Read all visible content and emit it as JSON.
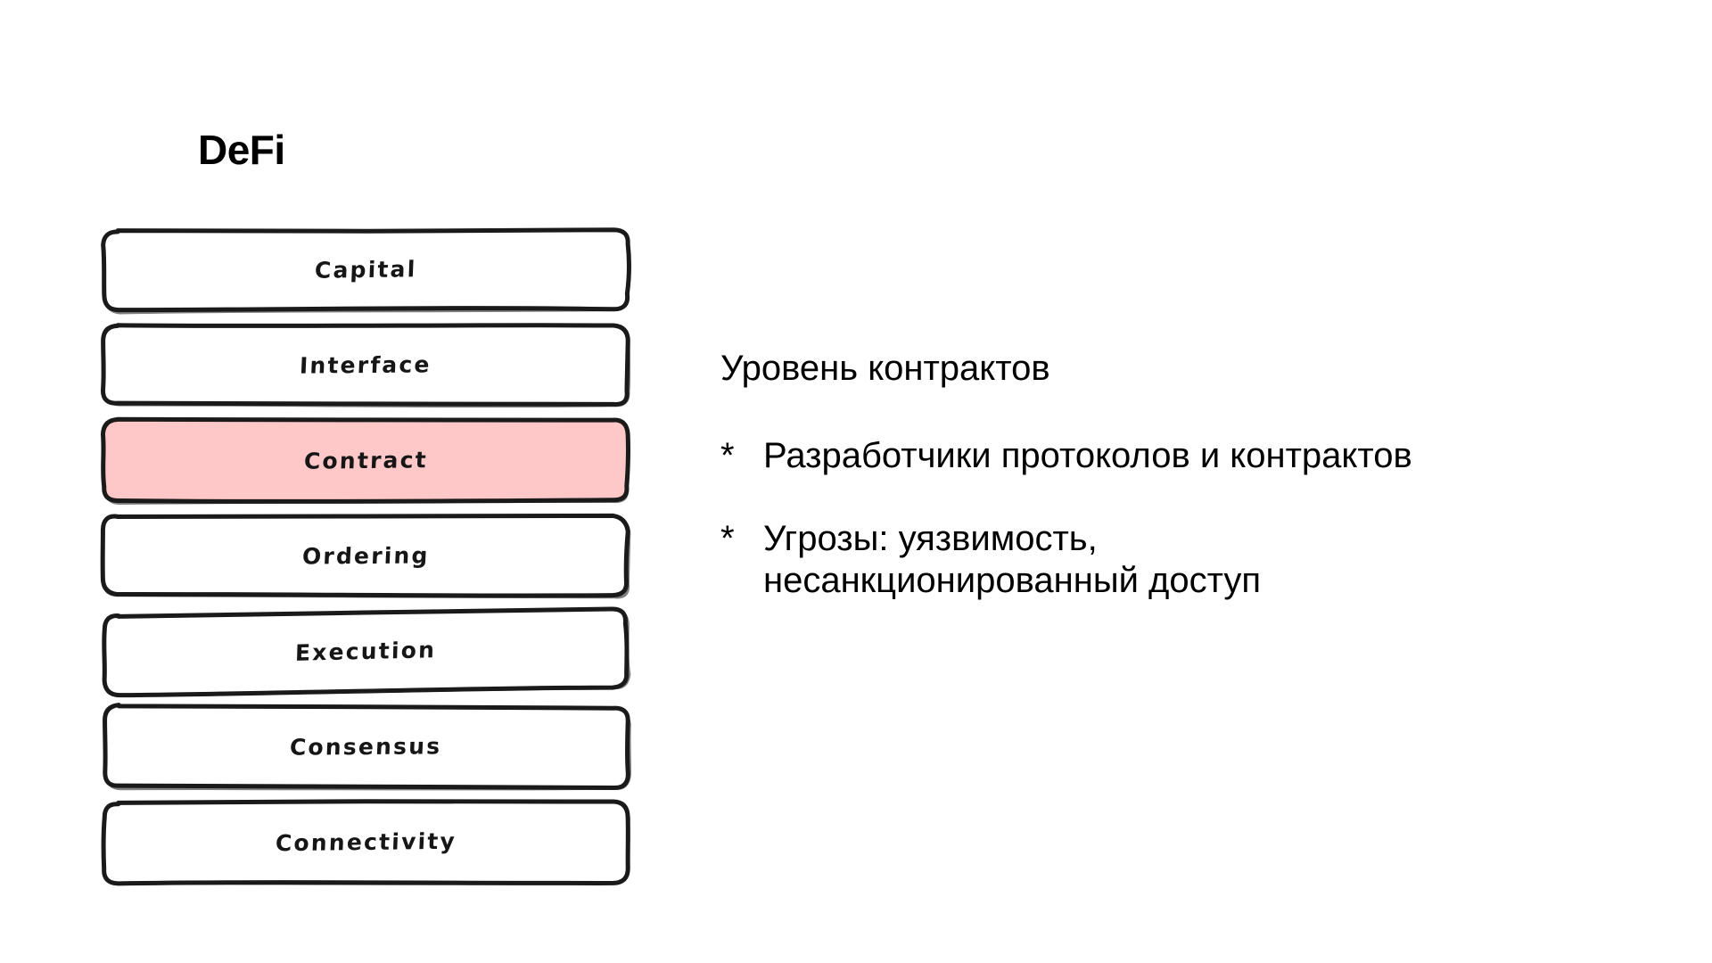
{
  "slide": {
    "background_color": "#ffffff",
    "title": "DeFi"
  },
  "stack": {
    "name": "defi-layer-stack",
    "highlight_color": "#ffc8c8",
    "default_fill": "#ffffff",
    "stroke_color": "#1a1a1a",
    "layers": [
      {
        "label": "Capital",
        "highlighted": false
      },
      {
        "label": "Interface",
        "highlighted": false
      },
      {
        "label": "Contract",
        "highlighted": true
      },
      {
        "label": "Ordering",
        "highlighted": false
      },
      {
        "label": "Execution",
        "highlighted": false
      },
      {
        "label": "Consensus",
        "highlighted": false
      },
      {
        "label": "Connectivity",
        "highlighted": false
      }
    ]
  },
  "notes": {
    "heading": "Уровень контрактов",
    "bullets": [
      {
        "marker": "*",
        "text": "Разработчики протоколов и контрактов"
      },
      {
        "marker": "*",
        "text": "Угрозы: уязвимость,\nнесанкционированный доступ"
      }
    ]
  }
}
